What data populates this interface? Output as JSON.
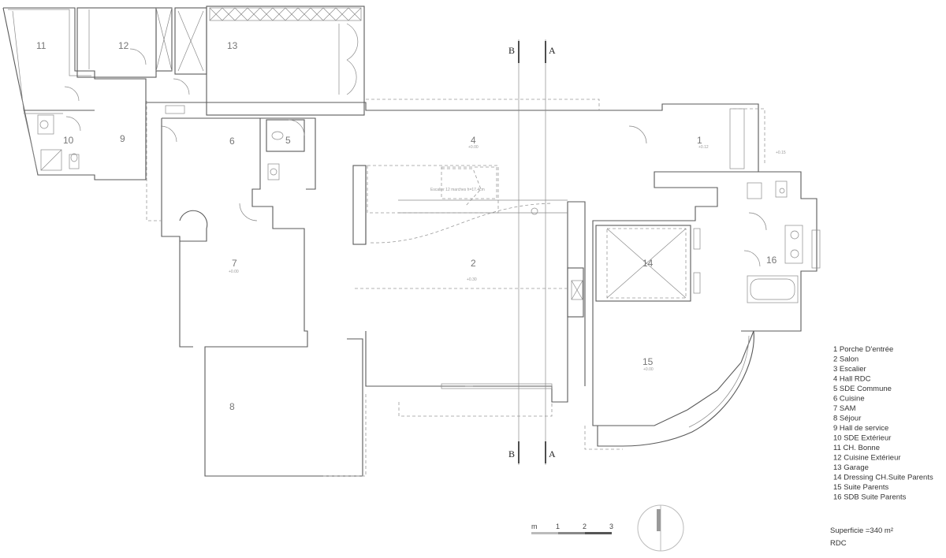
{
  "rooms": [
    {
      "num": "1"
    },
    {
      "num": "2"
    },
    {
      "num": "4"
    },
    {
      "num": "5"
    },
    {
      "num": "6"
    },
    {
      "num": "7"
    },
    {
      "num": "8"
    },
    {
      "num": "9"
    },
    {
      "num": "10"
    },
    {
      "num": "11"
    },
    {
      "num": "12"
    },
    {
      "num": "13"
    },
    {
      "num": "14"
    },
    {
      "num": "15"
    },
    {
      "num": "16"
    }
  ],
  "levels": {
    "l1": "+0.12",
    "l1b": "+0.15",
    "l4": "+0.00",
    "l2": "+0.30",
    "l7": "+0.00",
    "l15": "+0.00",
    "stair": "Escalier 12 marches h=17.4cm"
  },
  "section_marks": {
    "b": "B",
    "a": "A"
  },
  "legend": [
    "1 Porche D'entrée",
    "2 Salon",
    "3 Escalier",
    "4 Hall RDC",
    "5 SDE Commune",
    "6 Cuisine",
    "7 SAM",
    "8 Séjour",
    "9 Hall de service",
    "10 SDE Extérieur",
    "11 CH. Bonne",
    "12 Cuisine Extérieur",
    "13 Garage",
    "14 Dressing CH.Suite Parents",
    "15 Suite Parents",
    "16 SDB Suite Parents"
  ],
  "surface": "Superficie =340 m²",
  "floor": "RDC",
  "scale": {
    "unit": "m",
    "t1": "1",
    "t2": "2",
    "t3": "3"
  }
}
